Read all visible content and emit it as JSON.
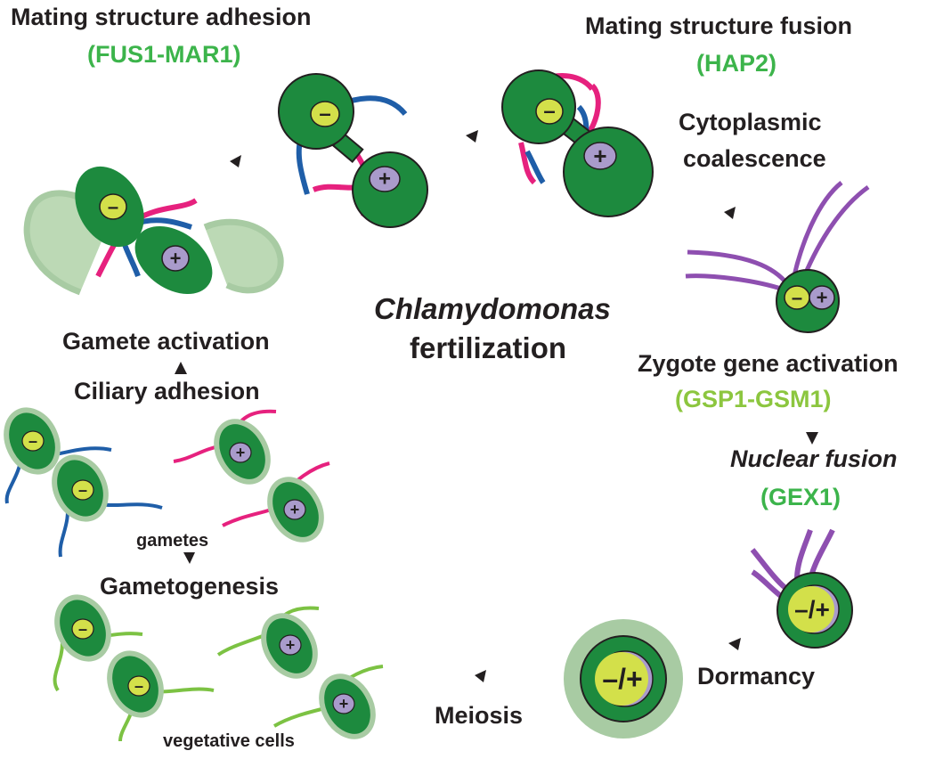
{
  "title": {
    "line1": "Chlamydomonas",
    "line2": "fertilization"
  },
  "stages": {
    "mating_adhesion": "Mating structure adhesion",
    "mating_fusion": "Mating structure fusion",
    "cytoplasmic_line1": "Cytoplasmic",
    "cytoplasmic_line2": "coalescence",
    "zygote_activation": "Zygote gene activation",
    "nuclear_fusion": "Nuclear fusion",
    "dormancy": "Dormancy",
    "meiosis": "Meiosis",
    "gametogenesis": "Gametogenesis",
    "ciliary_adhesion": "Ciliary adhesion",
    "gamete_activation": "Gamete activation"
  },
  "genes": {
    "fus1_mar1": "(FUS1-MAR1)",
    "hap2": "(HAP2)",
    "gsp1_gsm1": "(GSP1-GSM1)",
    "gex1": "(GEX1)"
  },
  "cell_labels": {
    "gametes": "gametes",
    "vegetative_cells": "vegetative cells"
  },
  "signs": {
    "minus": "–",
    "plus": "+",
    "diploid": "–/+"
  },
  "colors": {
    "cell_green": "#1d8a3e",
    "cell_wall": "#a8cba3",
    "nucleus_minus": "#d3e04a",
    "nucleus_plus": "#a99bcb",
    "gene_green": "#3cb44b",
    "gene_light_green": "#8cc63f",
    "minus_cilia": "#1f5ea8",
    "plus_cilia": "#e6217e",
    "zygote_cilia": "#8e4fb0",
    "vegetative_cilia": "#7cc243"
  }
}
